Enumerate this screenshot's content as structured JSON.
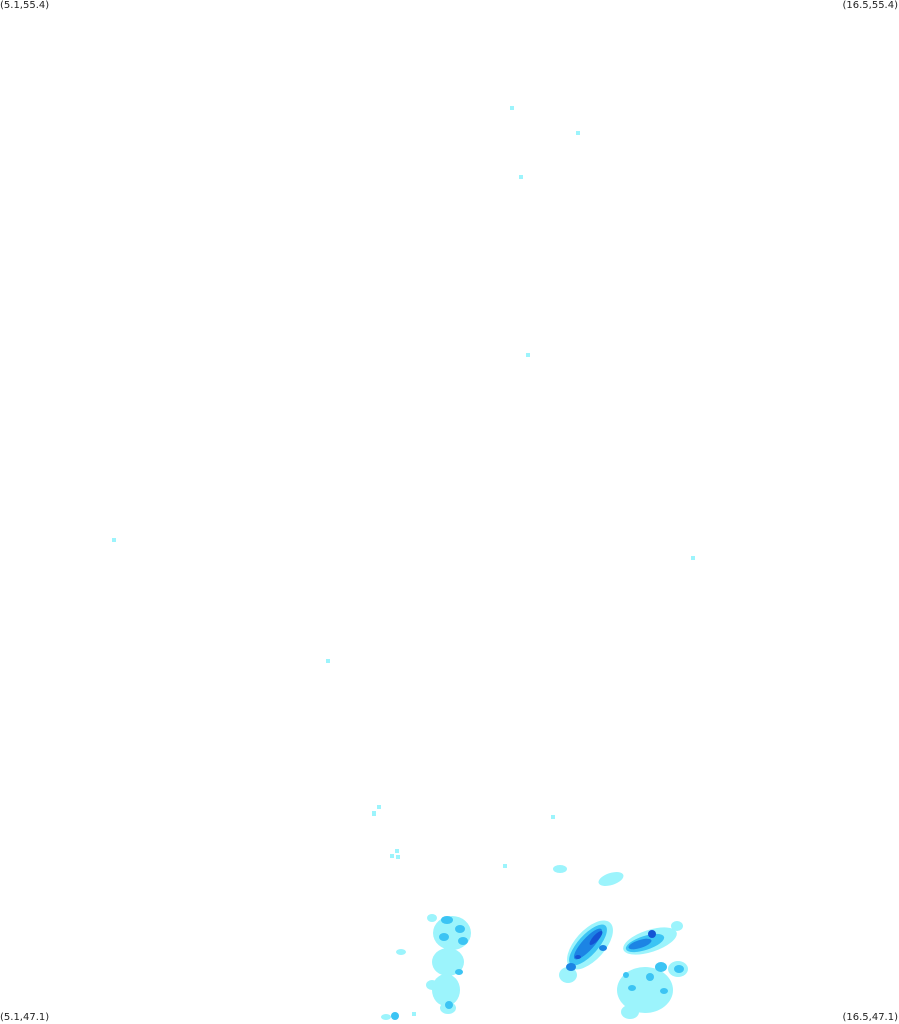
{
  "corners": {
    "top_left": "(5.1,55.4)",
    "top_right": "(16.5,55.4)",
    "bottom_left": "(5.1,47.1)",
    "bottom_right": "(16.5,47.1)"
  },
  "colors": {
    "light": "#9cf4fc",
    "medium": "#3cc4f4",
    "dark": "#1c84e4",
    "darkest": "#1454d4",
    "background": "#ffffff"
  }
}
